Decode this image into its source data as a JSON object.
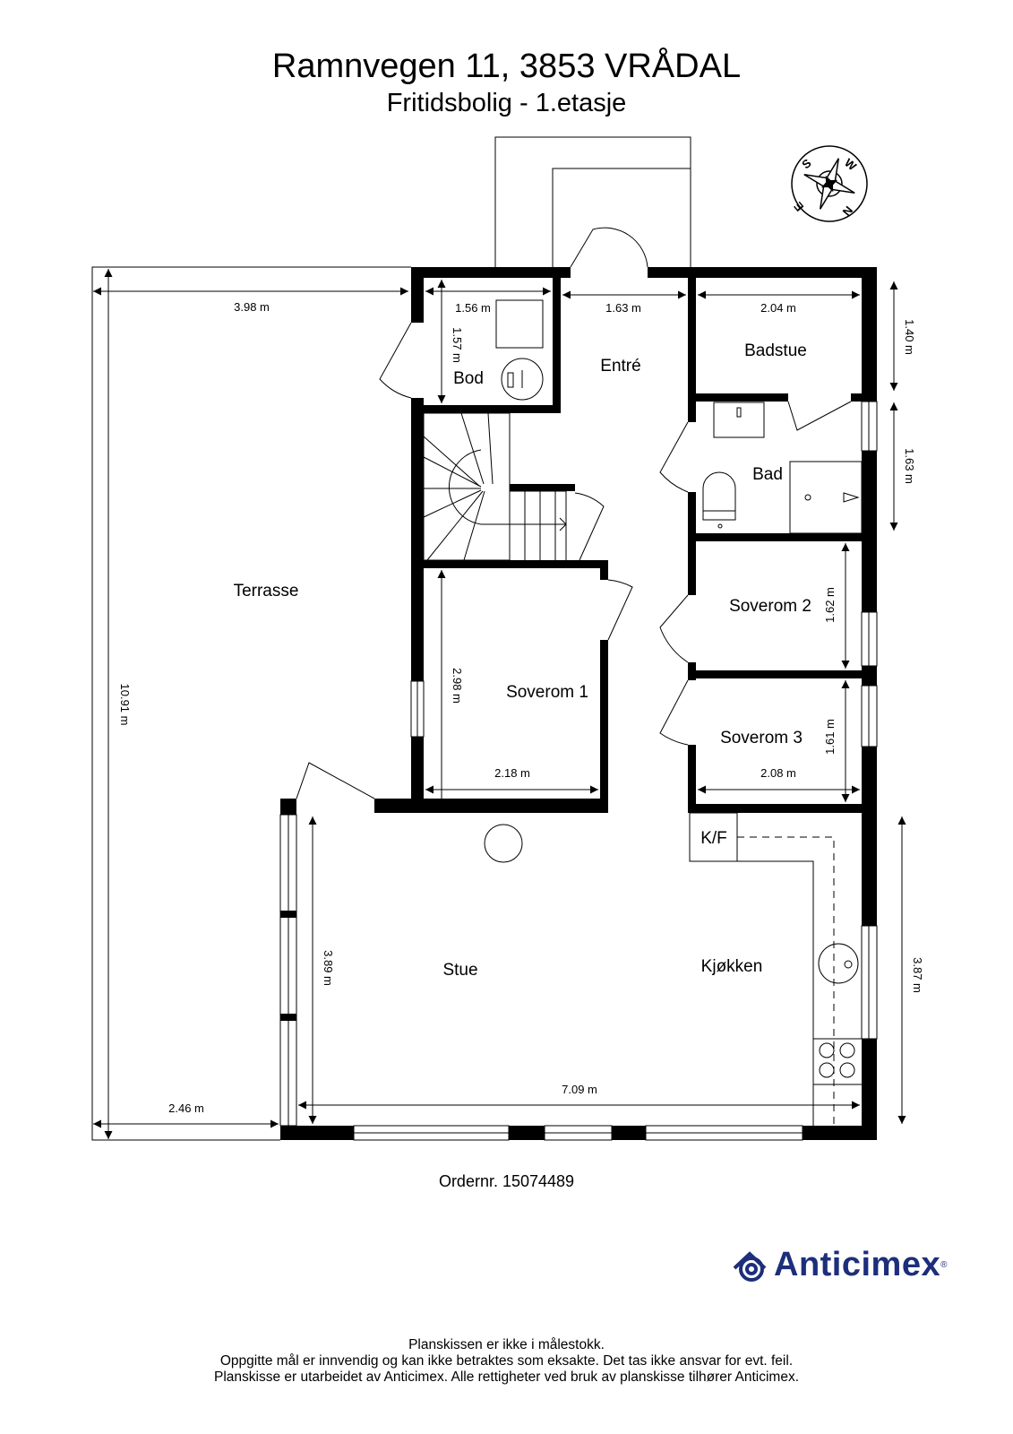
{
  "header": {
    "address": "Ramnvegen 11, 3853 VRÅDAL",
    "subtitle": "Fritidsbolig - 1.etasje"
  },
  "compass": {
    "icon": "compass-rose-icon",
    "labels": [
      "S",
      "W",
      "N",
      "E"
    ]
  },
  "rooms": {
    "terrasse": "Terrasse",
    "bod": "Bod",
    "entre": "Entré",
    "badstue": "Badstue",
    "bad": "Bad",
    "soverom1": "Soverom 1",
    "soverom2": "Soverom 2",
    "soverom3": "Soverom 3",
    "kf": "K/F",
    "stue": "Stue",
    "kjokken": "Kjøkken"
  },
  "dimensions": {
    "terrasse_width": "3.98 m",
    "terrasse_height": "10.91 m",
    "terrasse_bottom": "2.46 m",
    "bod_width": "1.56 m",
    "bod_height": "1.57 m",
    "entre_width": "1.63 m",
    "badstue_width": "2.04 m",
    "badstue_height": "1.40 m",
    "bad_height": "1.63 m",
    "soverom1_height": "2.98 m",
    "soverom1_width": "2.18 m",
    "soverom2_height": "1.62 m",
    "soverom3_height": "1.61 m",
    "soverom3_width": "2.08 m",
    "stue_height": "3.89 m",
    "stue_width": "7.09 m",
    "kjokken_height": "3.87 m"
  },
  "order": "Ordernr. 15074489",
  "brand": {
    "name": "Anticimex",
    "registered": "®",
    "color": "#1d2e7a"
  },
  "footer": {
    "line1": "Planskissen er ikke i målestokk.",
    "line2": "Oppgitte mål er innvendig og kan ikke betraktes som eksakte. Det tas ikke ansvar for evt. feil.",
    "line3": "Planskisse er utarbeidet av Anticimex. Alle rettigheter ved bruk av planskisse tilhører Anticimex."
  }
}
